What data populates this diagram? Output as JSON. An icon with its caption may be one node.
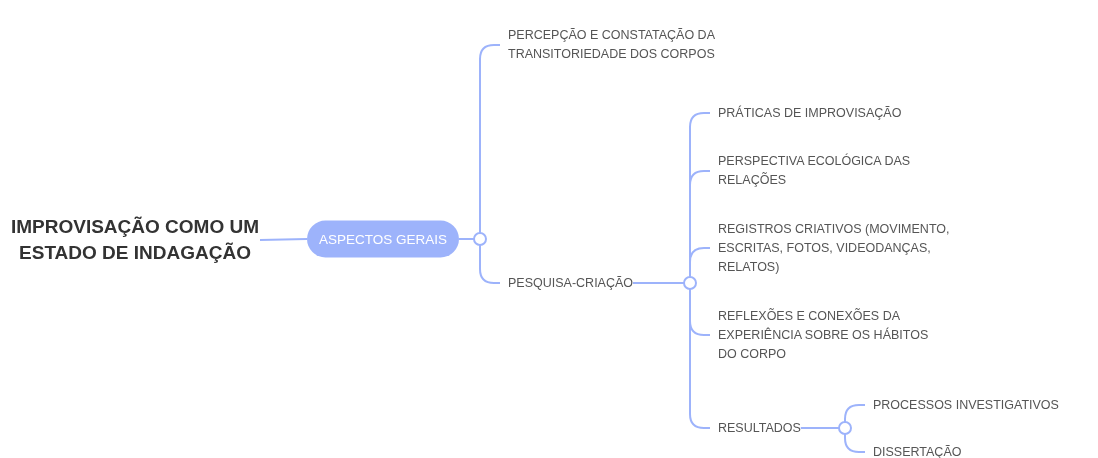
{
  "diagram": {
    "nodes": [
      {
        "text": [
          "IMPROVISAÇÃO COMO UM ESTADO DE INDAGAÇÃO"
        ]
      },
      {
        "text": [
          "ASPECTOS GERAIS"
        ]
      },
      {
        "text": [
          "PERCEPÇÃO E CONSTATAÇÃO DA TRANSITORIEDADE DOS CORPOS"
        ]
      },
      {
        "text": [
          "PESQUISA-CRIAÇÃO"
        ]
      },
      {
        "text": [
          "PRÁTICAS DE IMPROVISAÇÃO"
        ]
      },
      {
        "text": [
          "PERSPECTIVA ECOLÓGICA DAS RELAÇÕES"
        ]
      },
      {
        "text": [
          "REGISTROS CRIATIVOS (MOVIMENTO, ESCRITAS, FOTOS, VIDEODANÇAS, RELATOS)"
        ]
      },
      {
        "text": [
          "REFLEXÕES E CONEXÕES DA EXPERIÊNCIA SOBRE OS HÁBITOS DO CORPO"
        ]
      },
      {
        "text": [
          "RESULTADOS"
        ]
      },
      {
        "text": [
          "PROCESSOS INVESTIGATIVOS"
        ]
      },
      {
        "text": [
          "DISSERTAÇÃO"
        ]
      }
    ],
    "edges": [
      {
        "from": 0,
        "to": 1,
        "arrow": "none"
      },
      {
        "from": 1,
        "to": 2,
        "arrow": "none"
      },
      {
        "from": 1,
        "to": 3,
        "arrow": "none"
      },
      {
        "from": 3,
        "to": 4,
        "arrow": "none"
      },
      {
        "from": 3,
        "to": 5,
        "arrow": "none"
      },
      {
        "from": 3,
        "to": 6,
        "arrow": "none"
      },
      {
        "from": 3,
        "to": 7,
        "arrow": "none"
      },
      {
        "from": 3,
        "to": 8,
        "arrow": "none"
      },
      {
        "from": 8,
        "to": 9,
        "arrow": "none"
      },
      {
        "from": 8,
        "to": 10,
        "arrow": "none"
      }
    ]
  }
}
